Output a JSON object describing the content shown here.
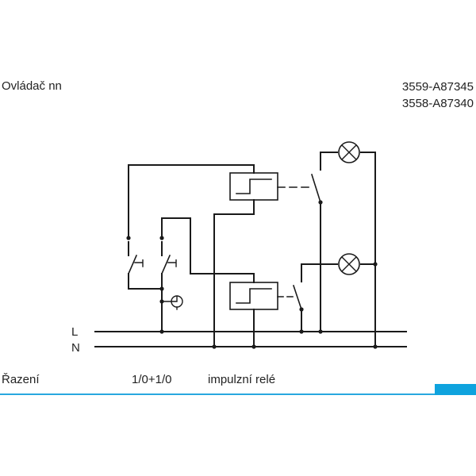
{
  "header": {
    "title": "Ovládač nn",
    "codes": [
      "3559-A87345",
      "3558-A87340"
    ]
  },
  "diagram": {
    "line_labels": [
      "L",
      "N"
    ]
  },
  "footer": {
    "label": "Řazení",
    "value": "1/0+1/0",
    "description": "impulzní relé"
  },
  "colors": {
    "accent": "#0fa3de",
    "line": "#1a1a1a"
  }
}
